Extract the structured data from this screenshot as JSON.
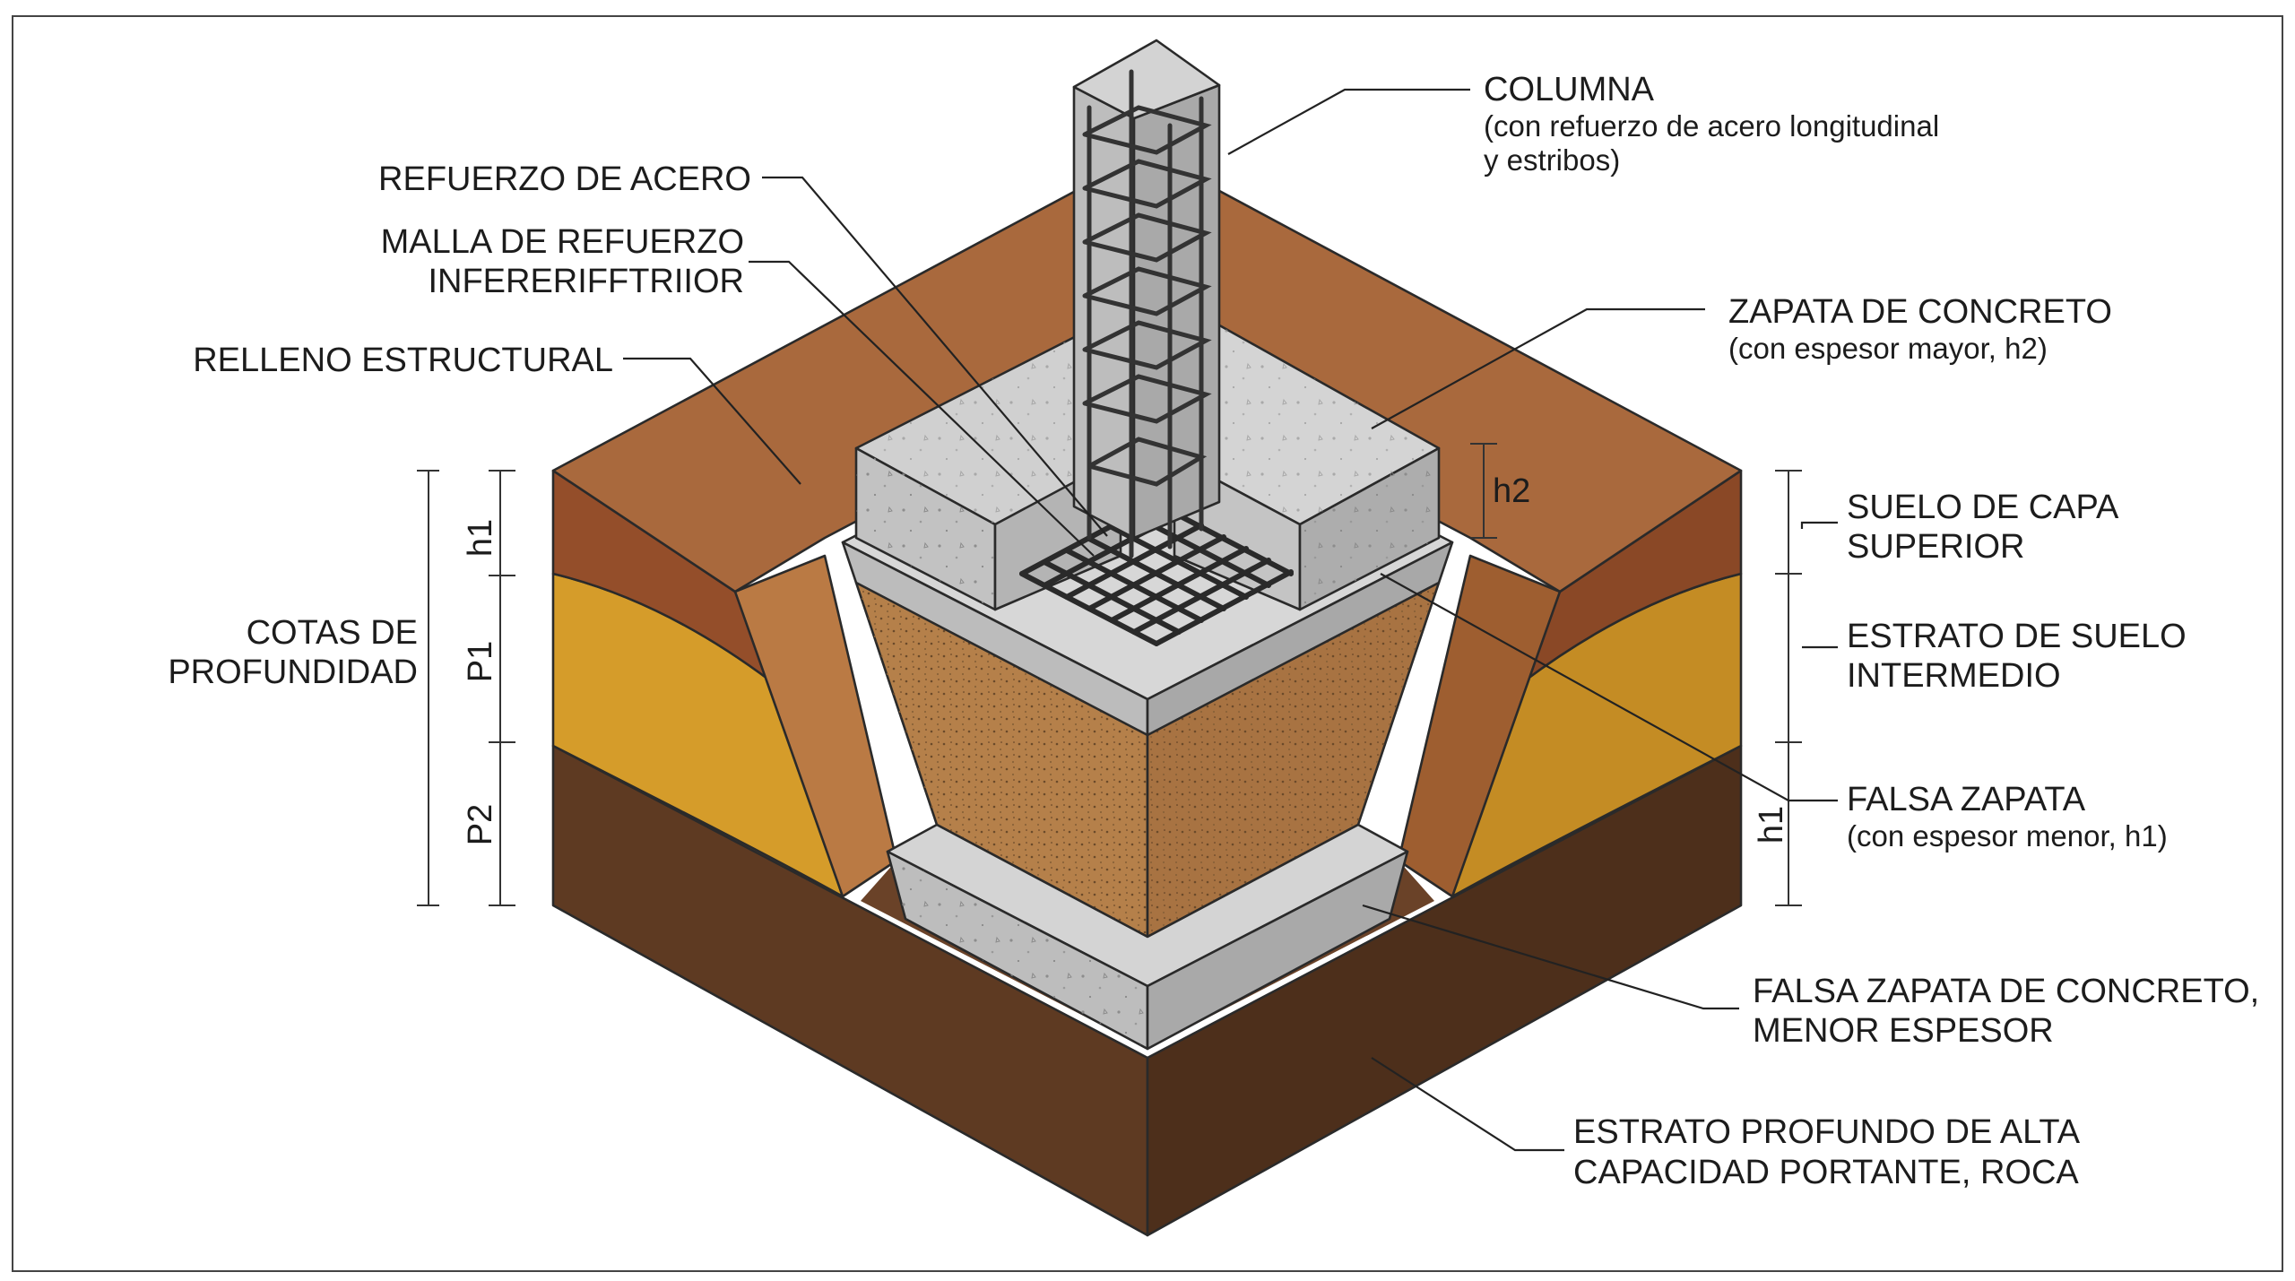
{
  "labels": {
    "columna_title": "COLUMNA",
    "columna_sub1": "(con refuerzo de acero longitudinal",
    "columna_sub2": "y estribos)",
    "refuerzo_acero": "REFUERZO DE ACERO",
    "malla_line1": "MALLA DE REFUERZO",
    "malla_line2": "INFERERIFFTRIIOR",
    "relleno": "RELLENO ESTRUCTURAL",
    "zapata_title": "ZAPATA DE CONCRETO",
    "zapata_sub": "(con espesor mayor, h2)",
    "cotas_line1": "COTAS DE",
    "cotas_line2": "PROFUNDIDAD",
    "suelo_line1": "SUELO DE CAPA",
    "suelo_line2": "SUPERIOR",
    "estrato_line1": "ESTRATO DE SUELO",
    "estrato_line2": "INTERMEDIO",
    "falsa_title": "FALSA ZAPATA",
    "falsa_sub": "(con espesor menor, h1)",
    "falsa_conc_line1": "FALSA ZAPATA DE CONCRETO,",
    "falsa_conc_line2": "MENOR ESPESOR",
    "profundo_line1": "ESTRATO PROFUNDO DE ALTA",
    "profundo_line2": "CAPACIDAD PORTANTE, ROCA"
  },
  "dimensions": {
    "left_h1": "h1",
    "left_p1": "P1",
    "left_p2": "P2",
    "h2": "h2",
    "right_h1": "h1"
  },
  "colors": {
    "topsoil_top": "#a86a3f",
    "topsoil_side": "#8a4a28",
    "intermediate": "#d19a2c",
    "deep": "#5a3820",
    "fill": "#b27e48",
    "concrete": "#cfcfcf",
    "concrete_dark": "#b3b3b3"
  }
}
